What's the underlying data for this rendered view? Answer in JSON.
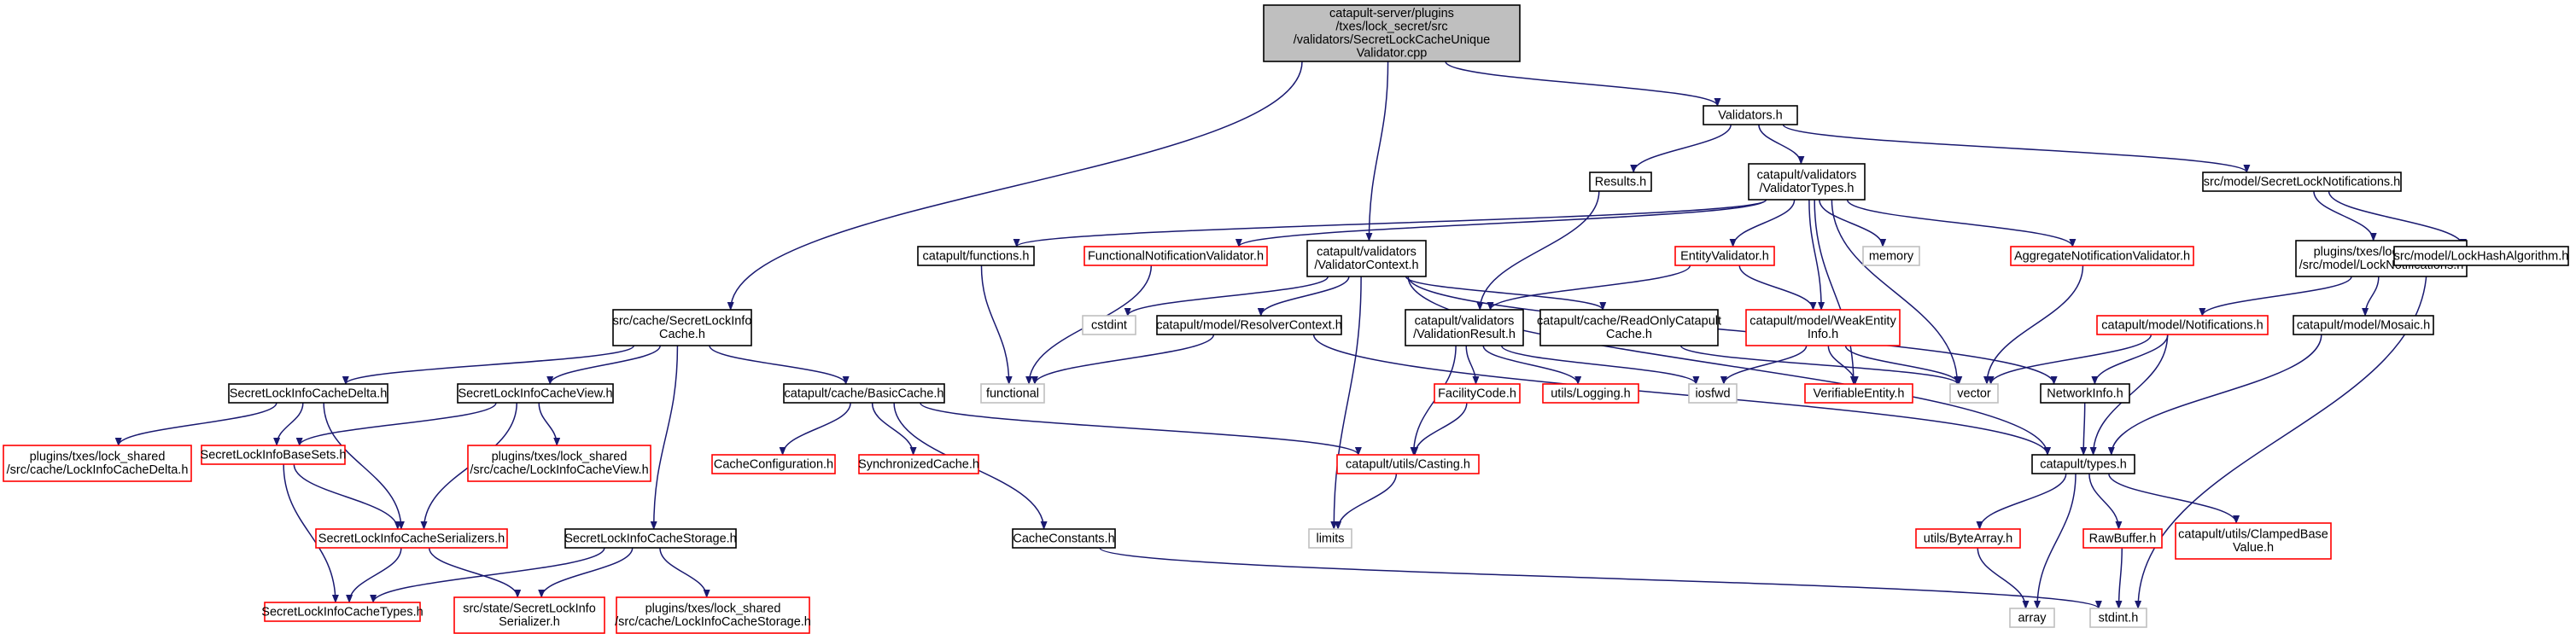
{
  "colors": {
    "edge": "#191970",
    "root_fill": "#bfbfbf",
    "border_black": "#000000",
    "border_red": "#ff0000",
    "border_gray": "#bfbfbf",
    "text": "#000000"
  },
  "nodes": [
    {
      "id": "root",
      "lines": [
        "catapult-server/plugins",
        "/txes/lock_secret/src",
        "/validators/SecretLockCacheUnique",
        "Validator.cpp"
      ],
      "style": "root"
    },
    {
      "id": "validators_h",
      "lines": [
        "Validators.h"
      ],
      "style": "black"
    },
    {
      "id": "results_h",
      "lines": [
        "Results.h"
      ],
      "style": "black"
    },
    {
      "id": "validator_types",
      "lines": [
        "catapult/validators",
        "/ValidatorTypes.h"
      ],
      "style": "black"
    },
    {
      "id": "secret_lock_notif",
      "lines": [
        "src/model/SecretLockNotifications.h"
      ],
      "style": "black"
    },
    {
      "id": "functions_h",
      "lines": [
        "catapult/functions.h"
      ],
      "style": "black"
    },
    {
      "id": "functional_notif_validator",
      "lines": [
        "FunctionalNotificationValidator.h"
      ],
      "style": "red"
    },
    {
      "id": "validator_context",
      "lines": [
        "catapult/validators",
        "/ValidatorContext.h"
      ],
      "style": "black"
    },
    {
      "id": "entity_validator",
      "lines": [
        "EntityValidator.h"
      ],
      "style": "red"
    },
    {
      "id": "memory",
      "lines": [
        "memory"
      ],
      "style": "gray"
    },
    {
      "id": "aggregate_notif_validator",
      "lines": [
        "AggregateNotificationValidator.h"
      ],
      "style": "red"
    },
    {
      "id": "lock_notifications",
      "lines": [
        "plugins/txes/lock_shared",
        "/src/model/LockNotifications.h"
      ],
      "style": "black"
    },
    {
      "id": "lock_hash_algorithm",
      "lines": [
        "src/model/LockHashAlgorithm.h"
      ],
      "style": "black"
    },
    {
      "id": "secret_lock_info_cache",
      "lines": [
        "src/cache/SecretLockInfo",
        "Cache.h"
      ],
      "style": "black"
    },
    {
      "id": "cstdint",
      "lines": [
        "cstdint"
      ],
      "style": "gray"
    },
    {
      "id": "resolver_context",
      "lines": [
        "catapult/model/ResolverContext.h"
      ],
      "style": "black"
    },
    {
      "id": "validation_result",
      "lines": [
        "catapult/validators",
        "/ValidationResult.h"
      ],
      "style": "black"
    },
    {
      "id": "readonly_cache",
      "lines": [
        "catapult/cache/ReadOnlyCatapult",
        "Cache.h"
      ],
      "style": "black"
    },
    {
      "id": "weak_entity_info",
      "lines": [
        "catapult/model/WeakEntity",
        "Info.h"
      ],
      "style": "red"
    },
    {
      "id": "model_notifications",
      "lines": [
        "catapult/model/Notifications.h"
      ],
      "style": "red"
    },
    {
      "id": "mosaic_h",
      "lines": [
        "catapult/model/Mosaic.h"
      ],
      "style": "black"
    },
    {
      "id": "functional",
      "lines": [
        "functional"
      ],
      "style": "gray"
    },
    {
      "id": "delta_h",
      "lines": [
        "SecretLockInfoCacheDelta.h"
      ],
      "style": "black"
    },
    {
      "id": "view_h",
      "lines": [
        "SecretLockInfoCacheView.h"
      ],
      "style": "black"
    },
    {
      "id": "basic_cache",
      "lines": [
        "catapult/cache/BasicCache.h"
      ],
      "style": "black"
    },
    {
      "id": "facility_code",
      "lines": [
        "FacilityCode.h"
      ],
      "style": "red"
    },
    {
      "id": "logging_h",
      "lines": [
        "utils/Logging.h"
      ],
      "style": "red"
    },
    {
      "id": "iosfwd",
      "lines": [
        "iosfwd"
      ],
      "style": "gray"
    },
    {
      "id": "verifiable_entity",
      "lines": [
        "VerifiableEntity.h"
      ],
      "style": "red"
    },
    {
      "id": "vector",
      "lines": [
        "vector"
      ],
      "style": "gray"
    },
    {
      "id": "network_info",
      "lines": [
        "NetworkInfo.h"
      ],
      "style": "black"
    },
    {
      "id": "lock_shared_delta",
      "lines": [
        "plugins/txes/lock_shared",
        "/src/cache/LockInfoCacheDelta.h"
      ],
      "style": "red"
    },
    {
      "id": "base_sets",
      "lines": [
        "SecretLockInfoBaseSets.h"
      ],
      "style": "red"
    },
    {
      "id": "lock_shared_view",
      "lines": [
        "plugins/txes/lock_shared",
        "/src/cache/LockInfoCacheView.h"
      ],
      "style": "red"
    },
    {
      "id": "cache_configuration",
      "lines": [
        "CacheConfiguration.h"
      ],
      "style": "red"
    },
    {
      "id": "synchronized_cache",
      "lines": [
        "SynchronizedCache.h"
      ],
      "style": "red"
    },
    {
      "id": "casting_h",
      "lines": [
        "catapult/utils/Casting.h"
      ],
      "style": "red"
    },
    {
      "id": "types_h",
      "lines": [
        "catapult/types.h"
      ],
      "style": "black"
    },
    {
      "id": "serializers_h",
      "lines": [
        "SecretLockInfoCacheSerializers.h"
      ],
      "style": "red"
    },
    {
      "id": "storage_h",
      "lines": [
        "SecretLockInfoCacheStorage.h"
      ],
      "style": "black"
    },
    {
      "id": "cache_constants",
      "lines": [
        "CacheConstants.h"
      ],
      "style": "black"
    },
    {
      "id": "limits",
      "lines": [
        "limits"
      ],
      "style": "gray"
    },
    {
      "id": "byte_array",
      "lines": [
        "utils/ByteArray.h"
      ],
      "style": "red"
    },
    {
      "id": "raw_buffer",
      "lines": [
        "RawBuffer.h"
      ],
      "style": "red"
    },
    {
      "id": "clamped_base_value",
      "lines": [
        "catapult/utils/ClampedBase",
        "Value.h"
      ],
      "style": "red"
    },
    {
      "id": "cache_types",
      "lines": [
        "SecretLockInfoCacheTypes.h"
      ],
      "style": "red"
    },
    {
      "id": "info_serializer",
      "lines": [
        "src/state/SecretLockInfo",
        "Serializer.h"
      ],
      "style": "red"
    },
    {
      "id": "lock_shared_storage",
      "lines": [
        "plugins/txes/lock_shared",
        "/src/cache/LockInfoCacheStorage.h"
      ],
      "style": "red"
    },
    {
      "id": "array",
      "lines": [
        "array"
      ],
      "style": "gray"
    },
    {
      "id": "stdint_h",
      "lines": [
        "stdint.h"
      ],
      "style": "gray"
    }
  ],
  "edges": [
    [
      "root",
      "validators_h"
    ],
    [
      "root",
      "validator_context"
    ],
    [
      "root",
      "secret_lock_info_cache"
    ],
    [
      "validators_h",
      "results_h"
    ],
    [
      "validators_h",
      "validator_types"
    ],
    [
      "validators_h",
      "secret_lock_notif"
    ],
    [
      "results_h",
      "validation_result"
    ],
    [
      "validator_types",
      "functions_h"
    ],
    [
      "validator_types",
      "functional_notif_validator"
    ],
    [
      "validator_types",
      "entity_validator"
    ],
    [
      "validator_types",
      "memory"
    ],
    [
      "validator_types",
      "aggregate_notif_validator"
    ],
    [
      "validator_types",
      "weak_entity_info"
    ],
    [
      "validator_types",
      "verifiable_entity"
    ],
    [
      "validator_types",
      "vector"
    ],
    [
      "secret_lock_notif",
      "lock_notifications"
    ],
    [
      "secret_lock_notif",
      "lock_hash_algorithm"
    ],
    [
      "functions_h",
      "functional"
    ],
    [
      "functional_notif_validator",
      "functional"
    ],
    [
      "validator_context",
      "cstdint"
    ],
    [
      "validator_context",
      "resolver_context"
    ],
    [
      "validator_context",
      "readonly_cache"
    ],
    [
      "validator_context",
      "limits"
    ],
    [
      "validator_context",
      "network_info"
    ],
    [
      "validator_context",
      "types_h"
    ],
    [
      "entity_validator",
      "validation_result"
    ],
    [
      "entity_validator",
      "weak_entity_info"
    ],
    [
      "aggregate_notif_validator",
      "vector"
    ],
    [
      "lock_notifications",
      "model_notifications"
    ],
    [
      "lock_notifications",
      "mosaic_h"
    ],
    [
      "lock_hash_algorithm",
      "stdint_h"
    ],
    [
      "secret_lock_info_cache",
      "delta_h"
    ],
    [
      "secret_lock_info_cache",
      "view_h"
    ],
    [
      "secret_lock_info_cache",
      "basic_cache"
    ],
    [
      "secret_lock_info_cache",
      "storage_h"
    ],
    [
      "resolver_context",
      "functional"
    ],
    [
      "resolver_context",
      "types_h"
    ],
    [
      "validation_result",
      "facility_code"
    ],
    [
      "validation_result",
      "logging_h"
    ],
    [
      "validation_result",
      "iosfwd"
    ],
    [
      "validation_result",
      "casting_h"
    ],
    [
      "readonly_cache",
      "vector"
    ],
    [
      "weak_entity_info",
      "iosfwd"
    ],
    [
      "weak_entity_info",
      "verifiable_entity"
    ],
    [
      "weak_entity_info",
      "vector"
    ],
    [
      "model_notifications",
      "vector"
    ],
    [
      "model_notifications",
      "network_info"
    ],
    [
      "model_notifications",
      "types_h"
    ],
    [
      "mosaic_h",
      "types_h"
    ],
    [
      "delta_h",
      "lock_shared_delta"
    ],
    [
      "delta_h",
      "base_sets"
    ],
    [
      "delta_h",
      "serializers_h"
    ],
    [
      "view_h",
      "base_sets"
    ],
    [
      "view_h",
      "lock_shared_view"
    ],
    [
      "view_h",
      "serializers_h"
    ],
    [
      "basic_cache",
      "cache_configuration"
    ],
    [
      "basic_cache",
      "synchronized_cache"
    ],
    [
      "basic_cache",
      "casting_h"
    ],
    [
      "basic_cache",
      "cache_constants"
    ],
    [
      "facility_code",
      "casting_h"
    ],
    [
      "network_info",
      "types_h"
    ],
    [
      "base_sets",
      "serializers_h"
    ],
    [
      "base_sets",
      "cache_types"
    ],
    [
      "casting_h",
      "limits"
    ],
    [
      "types_h",
      "byte_array"
    ],
    [
      "types_h",
      "raw_buffer"
    ],
    [
      "types_h",
      "clamped_base_value"
    ],
    [
      "types_h",
      "array"
    ],
    [
      "serializers_h",
      "cache_types"
    ],
    [
      "serializers_h",
      "info_serializer"
    ],
    [
      "storage_h",
      "cache_types"
    ],
    [
      "storage_h",
      "info_serializer"
    ],
    [
      "storage_h",
      "lock_shared_storage"
    ],
    [
      "cache_constants",
      "stdint_h"
    ],
    [
      "byte_array",
      "array"
    ],
    [
      "raw_buffer",
      "stdint_h"
    ]
  ]
}
